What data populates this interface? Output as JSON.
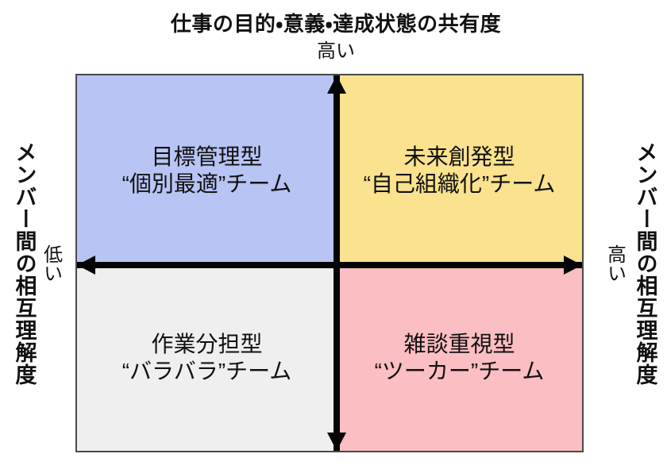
{
  "title": "仕事の目的・意義・達成状態の共有度",
  "axis_labels": {
    "top": "高い",
    "left": "低い",
    "right": "高い",
    "left_axis_title": "メンバー間の相互理解度",
    "right_axis_title": "メンバー間の相互理解度"
  },
  "quadrants": {
    "top_left": {
      "line1": "目標管理型",
      "line2": "“個別最適”チーム"
    },
    "top_right": {
      "line1": "未来創発型",
      "line2": "“自己組織化”チーム"
    },
    "bottom_left": {
      "line1": "作業分担型",
      "line2": "“バラバラ”チーム"
    },
    "bottom_right": {
      "line1": "雑談重視型",
      "line2": "“ツーカー”チーム"
    }
  },
  "colors": {
    "quadrant_top_left": "#b8c4f4",
    "quadrant_top_right": "#fae28e",
    "quadrant_bottom_left": "#f0eff0",
    "quadrant_bottom_right": "#fbbec2",
    "axis": "#050505",
    "border": "#4a4a4a",
    "text": "#111111",
    "background": "#ffffff"
  }
}
